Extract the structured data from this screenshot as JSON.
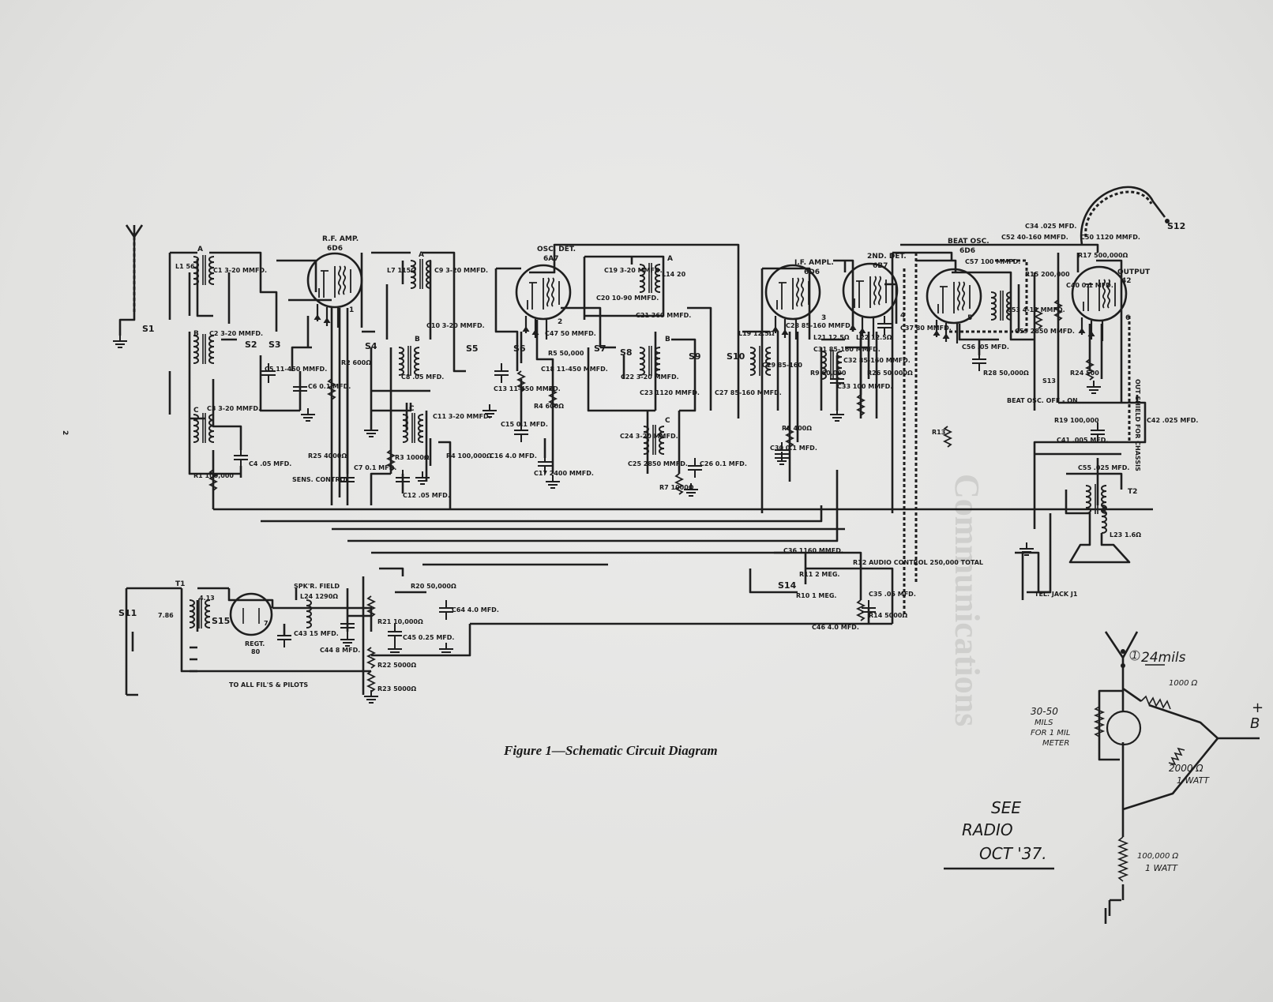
{
  "page_number": "2",
  "caption": "Figure 1—Schematic Circuit Diagram",
  "tubes": [
    {
      "num": "1",
      "function": "R.F. AMP.",
      "type": "6D6"
    },
    {
      "num": "2",
      "function": "OSC. DET.",
      "type": "6A7"
    },
    {
      "num": "3",
      "function": "I.F. AMPL.",
      "type": "6D6"
    },
    {
      "num": "4",
      "function": "2ND. DET.",
      "type": "6B7"
    },
    {
      "num": "5",
      "function": "BEAT OSC.",
      "type": "6D6"
    },
    {
      "num": "6",
      "function": "OUTPUT",
      "type": "42"
    },
    {
      "num": "7",
      "function": "REGT.",
      "type": "80"
    }
  ],
  "switches": [
    "S1",
    "S2",
    "S3",
    "S4",
    "S5",
    "S6",
    "S7",
    "S8",
    "S9",
    "S10",
    "S11",
    "S12",
    "S13",
    "S14",
    "S15"
  ],
  "coil_sections": [
    "A",
    "B",
    "C"
  ],
  "components": {
    "L1": "L1 56",
    "C1": "C1 3-20 MMFD.",
    "C2": "C2 3-20 MMFD.",
    "C3": "C3 3-20 MMFD.",
    "C4": "C4 .05 MFD.",
    "C5": "C5 11-450 MMFD.",
    "C6": "C6 0.1 MFD.",
    "R2": "R2 600Ω",
    "R1": "R1 100,000",
    "R25": "R25 4000Ω",
    "sens": "SENS. CONTROL",
    "L7": "L7 115Ω",
    "C9": "C9 3-20 MMFD.",
    "C10": "C10 3-20 MMFD.",
    "C8": "C8 .05 MFD.",
    "C7": "C7 0.1 MFD.",
    "R3": "R3 1000Ω",
    "C12": "C12 .05 MFD.",
    "C11": "C11 3-20 MMFD.",
    "R4b": "R4 100,000Ω",
    "C13": "C13 11-450 MMFD.",
    "C47": "C47 50 MMFD.",
    "R5": "R5 50,000",
    "C18": "C18 11-450 MMFD.",
    "R4": "R4 600Ω",
    "C15": "C15 0.1 MFD.",
    "C16": "C16 4.0 MFD.",
    "C17": "C17 2400 MMFD.",
    "C19": "C19 3-20 MMFD.",
    "C20": "C20 10-90 MMFD.",
    "C21": "C21 360 MMFD.",
    "L14": "L14 20",
    "C22": "C22 3-20 MMFD.",
    "C23": "C23 1120 MMFD.",
    "C24": "C24 3-20 MMFD.",
    "C25": "C25 2850 MMFD.",
    "R7": "R7 1000Ω",
    "C26": "C26 0.1 MFD.",
    "C27": "C27 85-160 MMFD.",
    "L19": "L19 12.5Ω",
    "C28": "C28 85-160 MMFD.",
    "C29": "C29 85-160",
    "C30": "C30 0.1 MFD.",
    "R8": "R8 400Ω",
    "L21": "L21 12.5Ω",
    "L22": "L22 12.5Ω",
    "C31": "C31 85-160 MMFD.",
    "C32": "C32 85-160 MMFD.",
    "R9": "R9 60,000",
    "C33": "C33 100 MMFD.",
    "C37": "C37 80 MMFD.",
    "R26": "R26 50,000Ω",
    "C57": "C57 100 MMFD.",
    "C52": "C52 40-160 MMFD.",
    "C34": "C34 .025 MFD.",
    "C50": "C50 1120 MMFD.",
    "R17": "R17 500,000Ω",
    "R15": "R15 200,000",
    "C40": "C40 0.1 MFD.",
    "C53": "C53 4-11 MMFD.",
    "C56": "C56 .05 MFD.",
    "C59": "C59 2850 MMFD.",
    "R28": "R28 50,000Ω",
    "R24": "R24 500",
    "beat": "BEAT OSC. OFF - ON",
    "R19": "R19 100,000",
    "C41": "C41 .005 MFD.",
    "C42": "C42 .025 MFD.",
    "C55": "C55 .025 MFD.",
    "T2": "T2",
    "L23": "L23 1.6Ω",
    "jack": "TEL. JACK J1",
    "shield": "OUT SHIELD FOR CHASSIS",
    "C36": "C36 1160 MMFD.",
    "R11b": "R11 2 MEG.",
    "R10": "R10 1 MEG.",
    "R12": "R12 AUDIO CONTROL 250,000 TOTAL",
    "C35": "C35 .05 MFD.",
    "C46": "C46 4.0 MFD.",
    "R14": "R14 5000Ω",
    "R13": "R13",
    "T1": "T1",
    "S11": "S11",
    "v7": "7.86",
    "v4": "4.13",
    "field": "SPK'R. FIELD",
    "L24": "L24 1290Ω",
    "C43": "C43 15 MFD.",
    "C44": "C44 8 MFD.",
    "R20": "R20 50,000Ω",
    "R21": "R21 10,000Ω",
    "C45": "C45 0.25 MFD.",
    "C64": "C64 4.0 MFD.",
    "R22": "R22 5000Ω",
    "R23": "R23 5000Ω",
    "fil": "TO ALL FIL'S & PILOTS"
  },
  "handwritten": {
    "current": "24mils",
    "circled": "1",
    "r1": "1000 Ω",
    "shunt": [
      "30-50",
      "MILS",
      "FOR 1 MIL",
      "METER"
    ],
    "r2": [
      "2000 Ω",
      "1 WATT"
    ],
    "r3": [
      "100,000 Ω",
      "1 WATT"
    ],
    "bplus": "+",
    "b": "B",
    "note": [
      "SEE",
      "RADIO",
      "OCT '37."
    ]
  }
}
